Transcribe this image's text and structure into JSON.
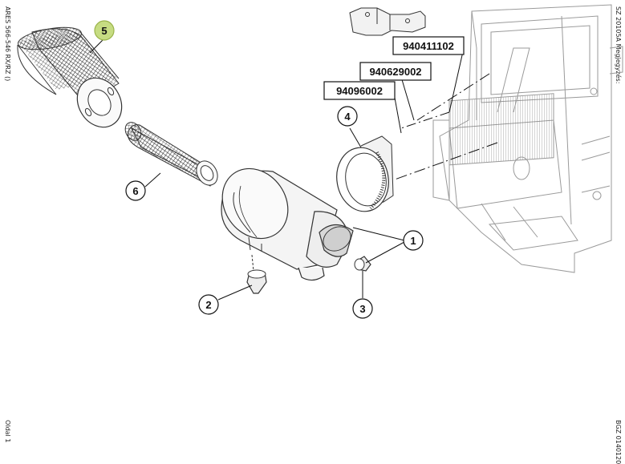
{
  "margin_text": {
    "left_top": "ARES 566-546 RX/RZ ()",
    "left_bottom": "Oldal 1",
    "right_top": "SZ 20105A   Megjegyzés:",
    "right_bottom": "BGZ 0140120"
  },
  "callouts": [
    {
      "number": "5",
      "highlighted": true
    },
    {
      "number": "6",
      "highlighted": false
    },
    {
      "number": "4",
      "highlighted": false
    },
    {
      "number": "1",
      "highlighted": false
    },
    {
      "number": "2",
      "highlighted": false
    },
    {
      "number": "3",
      "highlighted": false
    }
  ],
  "part_numbers": [
    "940411102",
    "940629002",
    "94096002"
  ],
  "colors": {
    "highlight_fill": "#c6dc82",
    "highlight_stroke": "#9ab34a",
    "line": "#111111",
    "faint_line": "#9a9a9a"
  }
}
